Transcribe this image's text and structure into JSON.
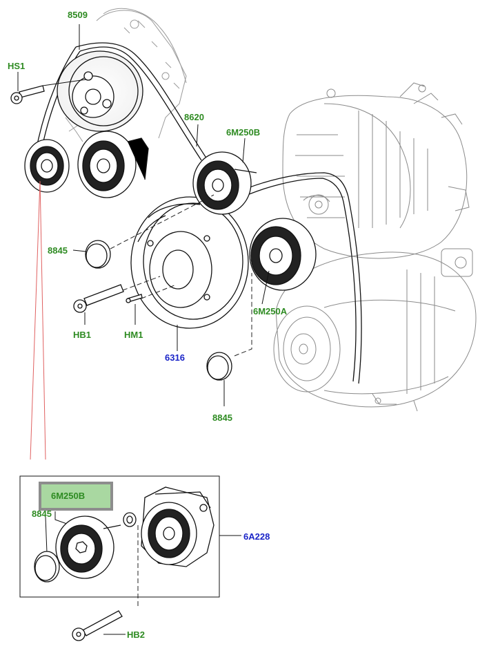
{
  "labels": {
    "p8509": "8509",
    "hs1": "HS1",
    "p8620": "8620",
    "p6m250b_top": "6M250B",
    "p8845_left": "8845",
    "hb1": "HB1",
    "hm1": "HM1",
    "p6316": "6316",
    "p6m250a": "6M250A",
    "p8845_bottom": "8845",
    "p6m250b_inset": "6M250B",
    "p8845_inset": "8845",
    "p6a228": "6A228",
    "hb2": "HB2"
  },
  "highlighted_part": "6M250B",
  "colors": {
    "part_label_green": "#2e8b22",
    "assembly_label_blue": "#1a24c8",
    "highlight_fill": "#a9d8a1",
    "highlight_border": "#8d8d8d",
    "leader_red": "#e06060",
    "line_art": "#222222"
  }
}
